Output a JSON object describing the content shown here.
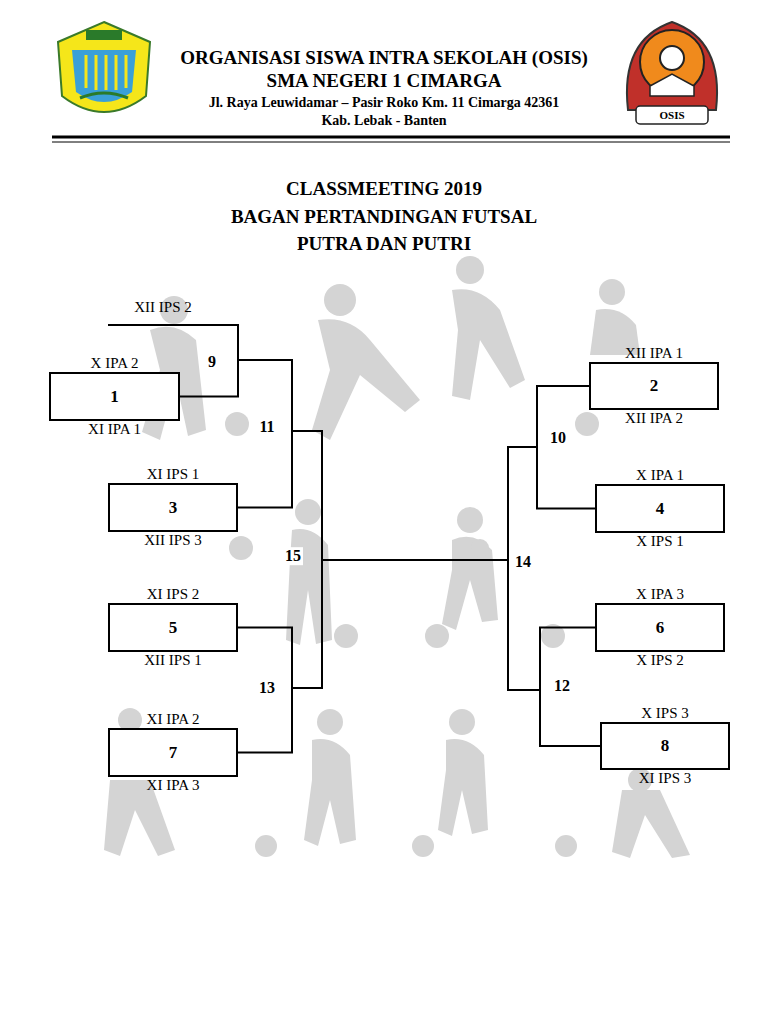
{
  "diagram": {
    "title": "CLASSMEETING 2019",
    "nodes": [
      {
        "text": [
          "X IPA 2",
          "1",
          "XI IPA 1"
        ]
      },
      {
        "text": [
          "XII IPA 1",
          "2",
          "XII IPA 2"
        ]
      },
      {
        "text": [
          "XI IPS 1",
          "3",
          "XII IPS 3"
        ]
      },
      {
        "text": [
          "X IPA 1",
          "4",
          "X IPS 1"
        ]
      },
      {
        "text": [
          "XI IPS 2",
          "5",
          "XII IPS 1"
        ]
      },
      {
        "text": [
          "X IPA 3",
          "6",
          "X IPS 2"
        ]
      },
      {
        "text": [
          "XI IPA 2",
          "7",
          "XI IPA 3"
        ]
      },
      {
        "text": [
          "X IPS 3",
          "8",
          "XI IPS 3"
        ]
      }
    ],
    "edges": [
      {
        "from": 0,
        "to": 2,
        "arrow": "none"
      },
      {
        "from": 4,
        "to": 6,
        "arrow": "none"
      },
      {
        "from": 1,
        "to": 3,
        "arrow": "none"
      },
      {
        "from": 5,
        "to": 7,
        "arrow": "none"
      }
    ],
    "labels": [
      "ORGANISASI SISWA INTRA SEKOLAH (OSIS)",
      "SMA NEGERI 1 CIMARGA",
      "Jl. Raya Leuwidamar – Pasir Roko Km. 11 Cimarga 42361",
      "Kab. Lebak - Banten",
      "OSIS",
      "BAGAN PERTANDINGAN FUTSAL",
      "PUTRA DAN PUTRI",
      "XII IPS 2",
      "9",
      "11",
      "13",
      "15",
      "10",
      "12",
      "14"
    ]
  }
}
